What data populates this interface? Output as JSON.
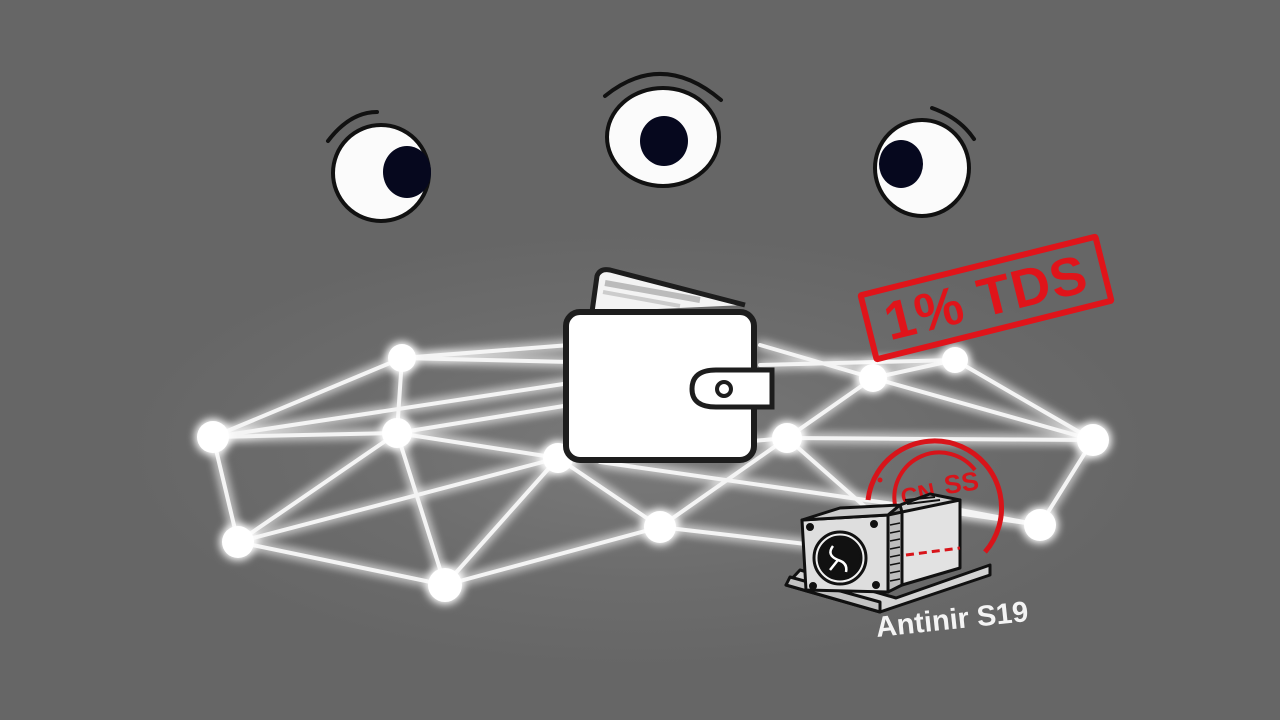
{
  "scene": {
    "background_color": "#6b6b6b",
    "description": "Three watching eyes above a glowing network with a wallet, a tax stamp and a crypto miner",
    "eyes": [
      {
        "name": "left-eye",
        "gaze": "right"
      },
      {
        "name": "center-eye",
        "gaze": "forward"
      },
      {
        "name": "right-eye",
        "gaze": "left"
      }
    ],
    "wallet": {
      "icon": "wallet-icon"
    },
    "tax_stamp": {
      "text": "1% TDS",
      "color": "#e0141a"
    },
    "circular_stamp": {
      "text": "CN SS",
      "color": "#e0141a"
    },
    "miner": {
      "icon": "asic-miner-icon",
      "label": "Antinir S19"
    }
  }
}
